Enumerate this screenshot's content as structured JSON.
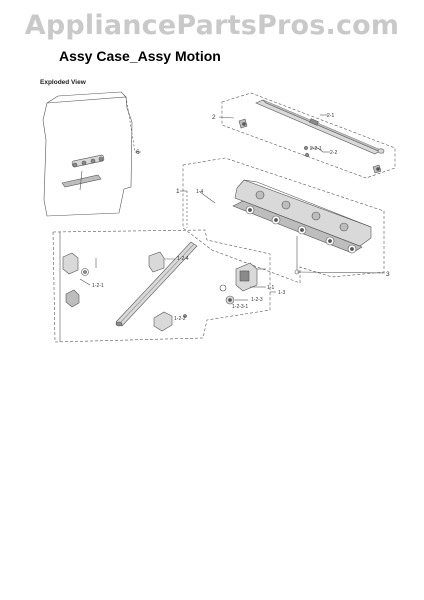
{
  "header": {
    "watermark": "AppliancePartsPros.com",
    "title": "Assy Case_Assy Motion"
  },
  "diagram": {
    "view_label": "Exploded View",
    "callouts": {
      "c6": "6",
      "c2": "2",
      "c21": "2-1",
      "c221": "2-2-1",
      "c22": "2-2",
      "c1": "1",
      "c14": "1-4",
      "c3": "3",
      "c124": "1-2-4",
      "c121": "1-2-1",
      "c11": "1-1",
      "c123": "1-2-3",
      "c1231": "1-2-3-1",
      "c13": "1-3",
      "c122": "1-2-2"
    },
    "colors": {
      "line": "#555555",
      "part_fill": "#d9d9d9",
      "part_dark": "#8a8a8a"
    }
  }
}
